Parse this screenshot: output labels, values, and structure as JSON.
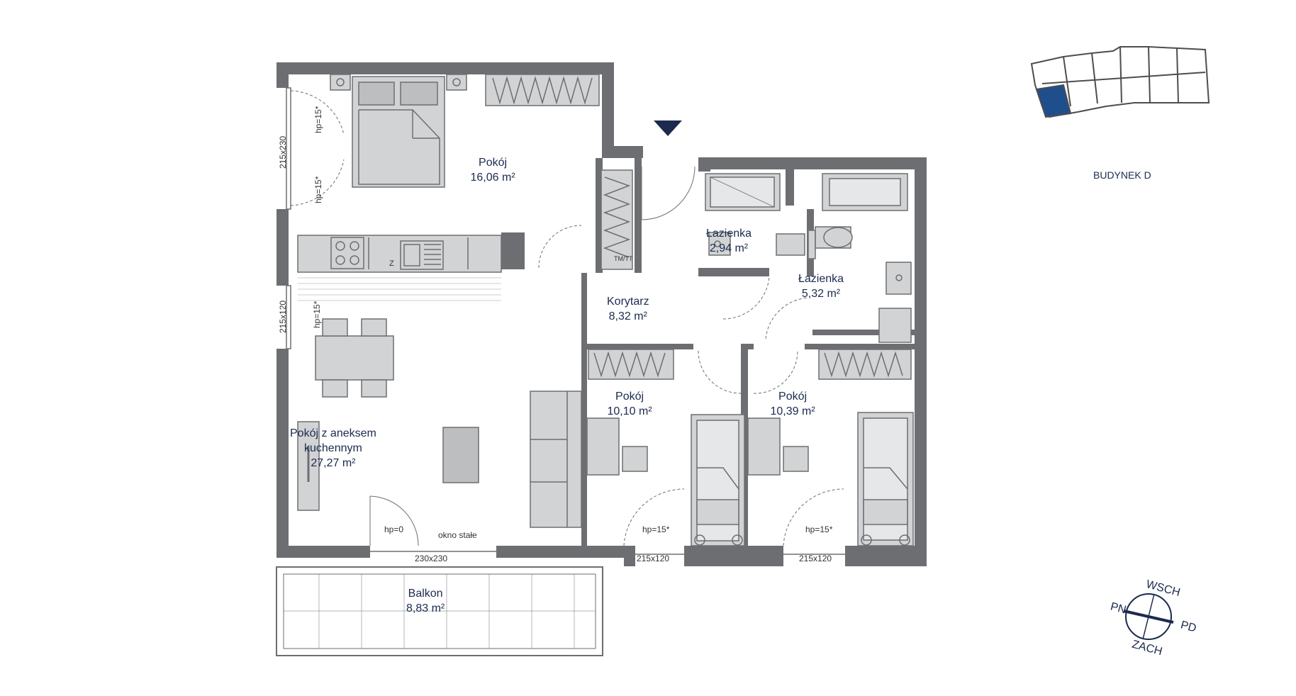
{
  "building": "BUDYNEK D",
  "rooms": {
    "bedroom_main": {
      "name": "Pokój",
      "area": "16,06 m²"
    },
    "living": {
      "name_line1": "Pokój z aneksem",
      "name_line2": "kuchennym",
      "area": "27,27 m²"
    },
    "corridor": {
      "name": "Korytarz",
      "area": "8,32 m²"
    },
    "bath1": {
      "name": "Łazienka",
      "area": "2,94 m²"
    },
    "bath2": {
      "name": "Łazienka",
      "area": "5,32 m²"
    },
    "room2": {
      "name": "Pokój",
      "area": "10,10 m²"
    },
    "room3": {
      "name": "Pokój",
      "area": "10,39 m²"
    },
    "balcony": {
      "name": "Balkon",
      "area": "8,83 m²"
    }
  },
  "annotations": {
    "window_w1": "215x230",
    "window_w2": "215x120",
    "window_room2": "215x120",
    "window_room3": "215x120",
    "balcony_door": "230x230",
    "hp15": "hp=15*",
    "hp0": "hp=0",
    "fixed_window": "okno stałe",
    "tm_tt": "TM/TT",
    "z_label": "Z"
  },
  "compass": {
    "n": "WSCH",
    "e": "PD",
    "s": "ZACH",
    "w": "PN"
  },
  "colors": {
    "wall": "#6d6e71",
    "furniture": "#d1d3d4",
    "accent": "#1b2a4e",
    "highlight": "#1f4e8c"
  }
}
